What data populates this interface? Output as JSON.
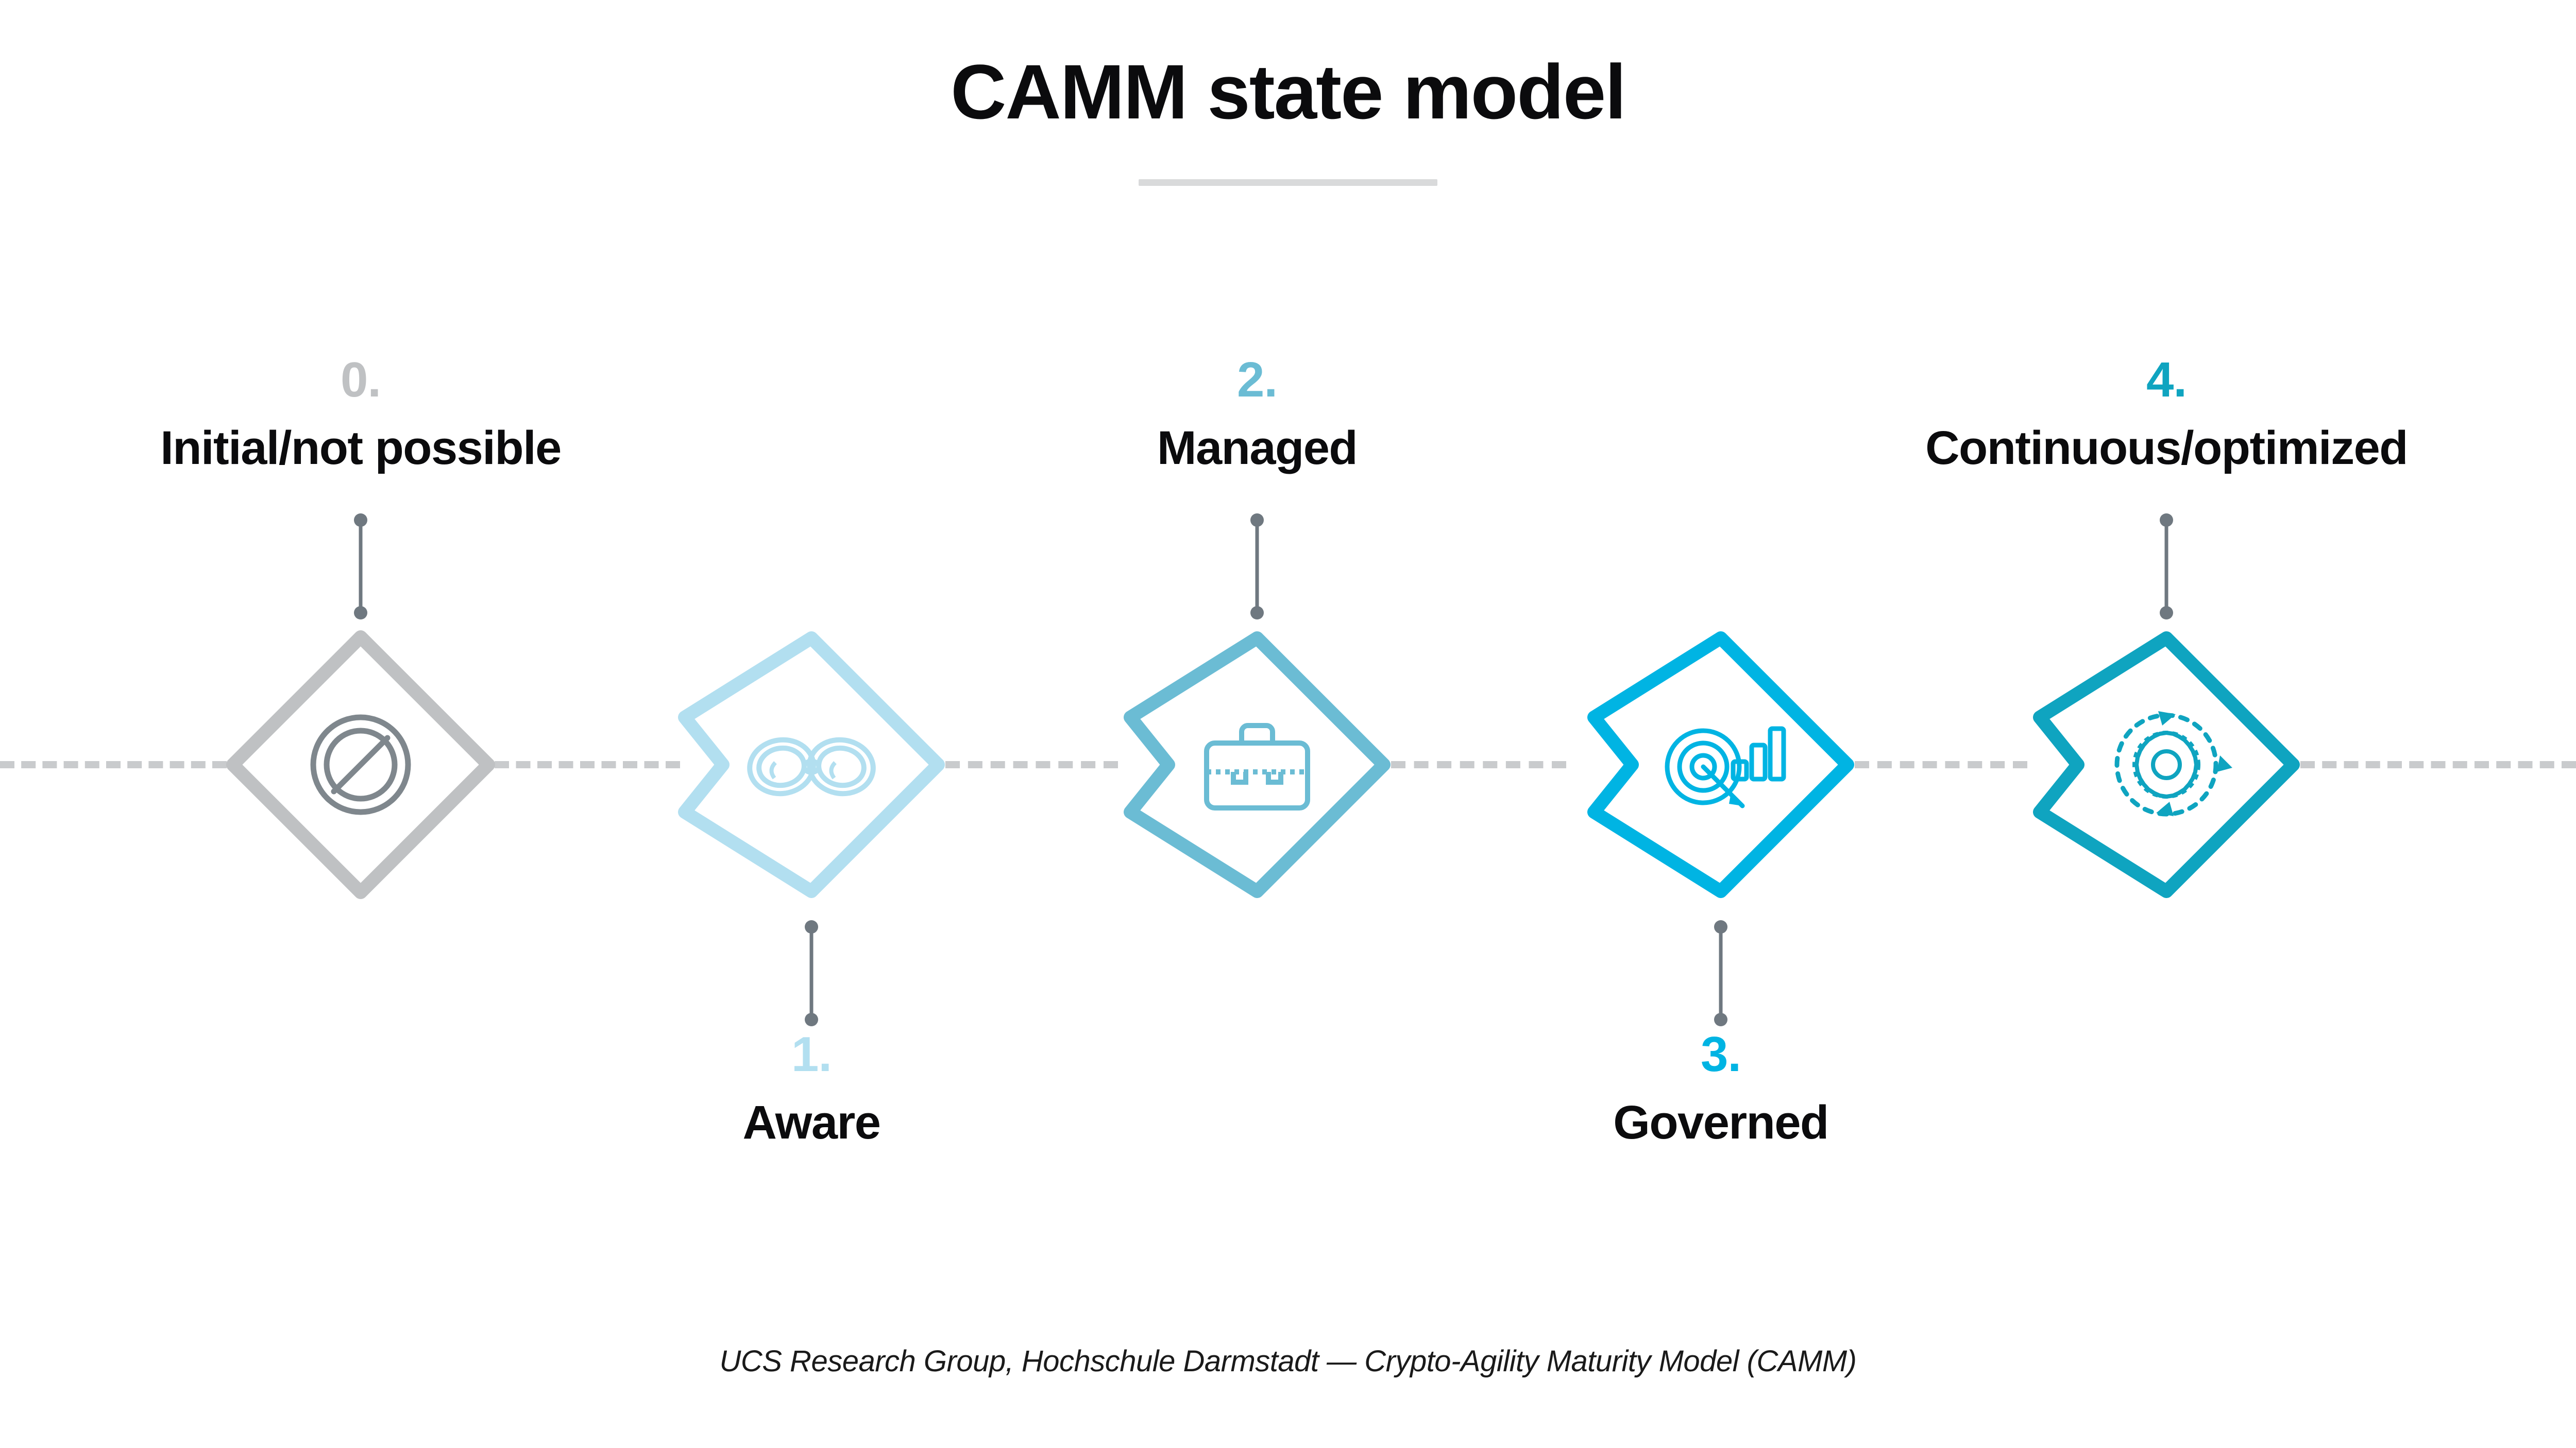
{
  "header": {
    "title": "CAMM state model"
  },
  "caption": "UCS Research Group, Hochschule Darmstadt — Crypto-Agility Maturity Model (CAMM)",
  "colors": {
    "node_0": "#bfc1c3",
    "node_1": "#b2dff0",
    "node_2": "#6bbcd4",
    "node_3": "#00b4e3",
    "node_4": "#0fa4c0",
    "icon_0": "#7f878d",
    "baseline": "#c9cbcd",
    "stem": "#6f7880",
    "title_rule": "#d9dadb",
    "label_text": "#0b0b0d"
  },
  "stages": [
    {
      "number": "0.",
      "label": "Initial/not possible",
      "icon": "prohibited-icon",
      "color": "#bfc1c3",
      "label_position": "above"
    },
    {
      "number": "1.",
      "label": "Aware",
      "icon": "binoculars-icon",
      "color": "#b2dff0",
      "label_position": "below"
    },
    {
      "number": "2.",
      "label": "Managed",
      "icon": "briefcase-icon",
      "color": "#6bbcd4",
      "label_position": "above"
    },
    {
      "number": "3.",
      "label": "Governed",
      "icon": "target-chart-icon",
      "color": "#00b4e3",
      "label_position": "below"
    },
    {
      "number": "4.",
      "label": "Continuous/optimized",
      "icon": "gear-cycle-icon",
      "color": "#0fa4c0",
      "label_position": "above"
    }
  ]
}
